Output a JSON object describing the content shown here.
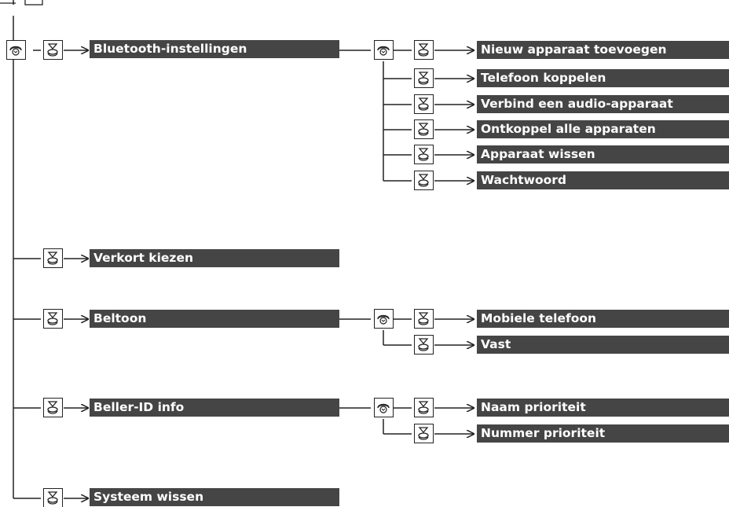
{
  "diagram": {
    "root": {
      "icons": [
        "talk-icon",
        "pick-up-icon"
      ],
      "label": "Bluetooth-instellingen",
      "children": [
        {
          "icon": "pick-up-icon",
          "label": "Nieuw apparaat toevoegen"
        },
        {
          "icon": "pick-up-icon",
          "label": "Telefoon koppelen"
        },
        {
          "icon": "pick-up-icon",
          "label": "Verbind een audio-apparaat"
        },
        {
          "icon": "pick-up-icon",
          "label": "Ontkoppel alle apparaten"
        },
        {
          "icon": "pick-up-icon",
          "label": "Apparaat wissen"
        },
        {
          "icon": "pick-up-icon",
          "label": "Wachtwoord"
        }
      ]
    },
    "items": [
      {
        "icon": "pick-up-icon",
        "label": "Verkort kiezen"
      },
      {
        "icon": "pick-up-icon",
        "label": "Beltoon",
        "children": [
          {
            "icon": "pick-up-icon",
            "label": "Mobiele telefoon"
          },
          {
            "icon": "pick-up-icon",
            "label": "Vast"
          }
        ]
      },
      {
        "icon": "pick-up-icon",
        "label": "Beller-ID info",
        "children": [
          {
            "icon": "pick-up-icon",
            "label": "Naam prioriteit"
          },
          {
            "icon": "pick-up-icon",
            "label": "Nummer prioriteit"
          }
        ]
      },
      {
        "icon": "pick-up-icon",
        "label": "Systeem wissen"
      }
    ],
    "colors": {
      "label_bg": "#454545",
      "label_text": "#ffffff",
      "line": "#222222"
    }
  }
}
